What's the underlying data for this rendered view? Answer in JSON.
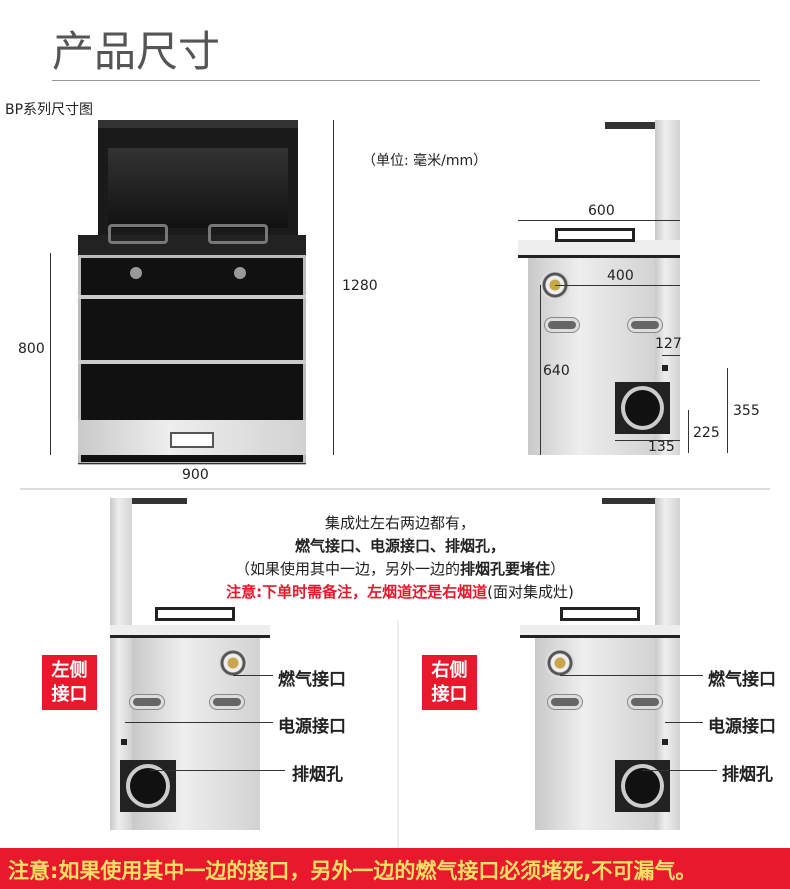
{
  "title": "产品尺寸",
  "series_label": "BP系列尺寸图",
  "unit_note": "（单位: 毫米/mm）",
  "dimensions": {
    "height_total": "1280",
    "height_body": "800",
    "width": "900",
    "side_depth": "600",
    "gas_offset": "400",
    "gas_height": "640",
    "power_offset": "127",
    "exhaust_height": "355",
    "exhaust_bottom": "225",
    "exhaust_width": "135"
  },
  "notice": {
    "line1": "集成灶左右两边都有，",
    "line2": "燃气接口、电源接口、排烟孔，",
    "line3_a": "（如果使用其中一边，另外一边的",
    "line3_b": "排烟孔要堵住",
    "line3_c": "）",
    "line4_red": "注意:下单时需备注，左烟道还是右烟道",
    "line4_c": "(面对集成灶)"
  },
  "left": {
    "badge_1": "左侧",
    "badge_2": "接口",
    "gas": "燃气接口",
    "power": "电源接口",
    "exhaust": "排烟孔"
  },
  "right": {
    "badge_1": "右侧",
    "badge_2": "接口",
    "gas": "燃气接口",
    "power": "电源接口",
    "exhaust": "排烟孔"
  },
  "footer": "注意:如果使用其中一边的接口，另外一边的燃气接口必须堵死,不可漏气。",
  "colors": {
    "red": "#e8192c",
    "yellow": "#ffe066"
  }
}
